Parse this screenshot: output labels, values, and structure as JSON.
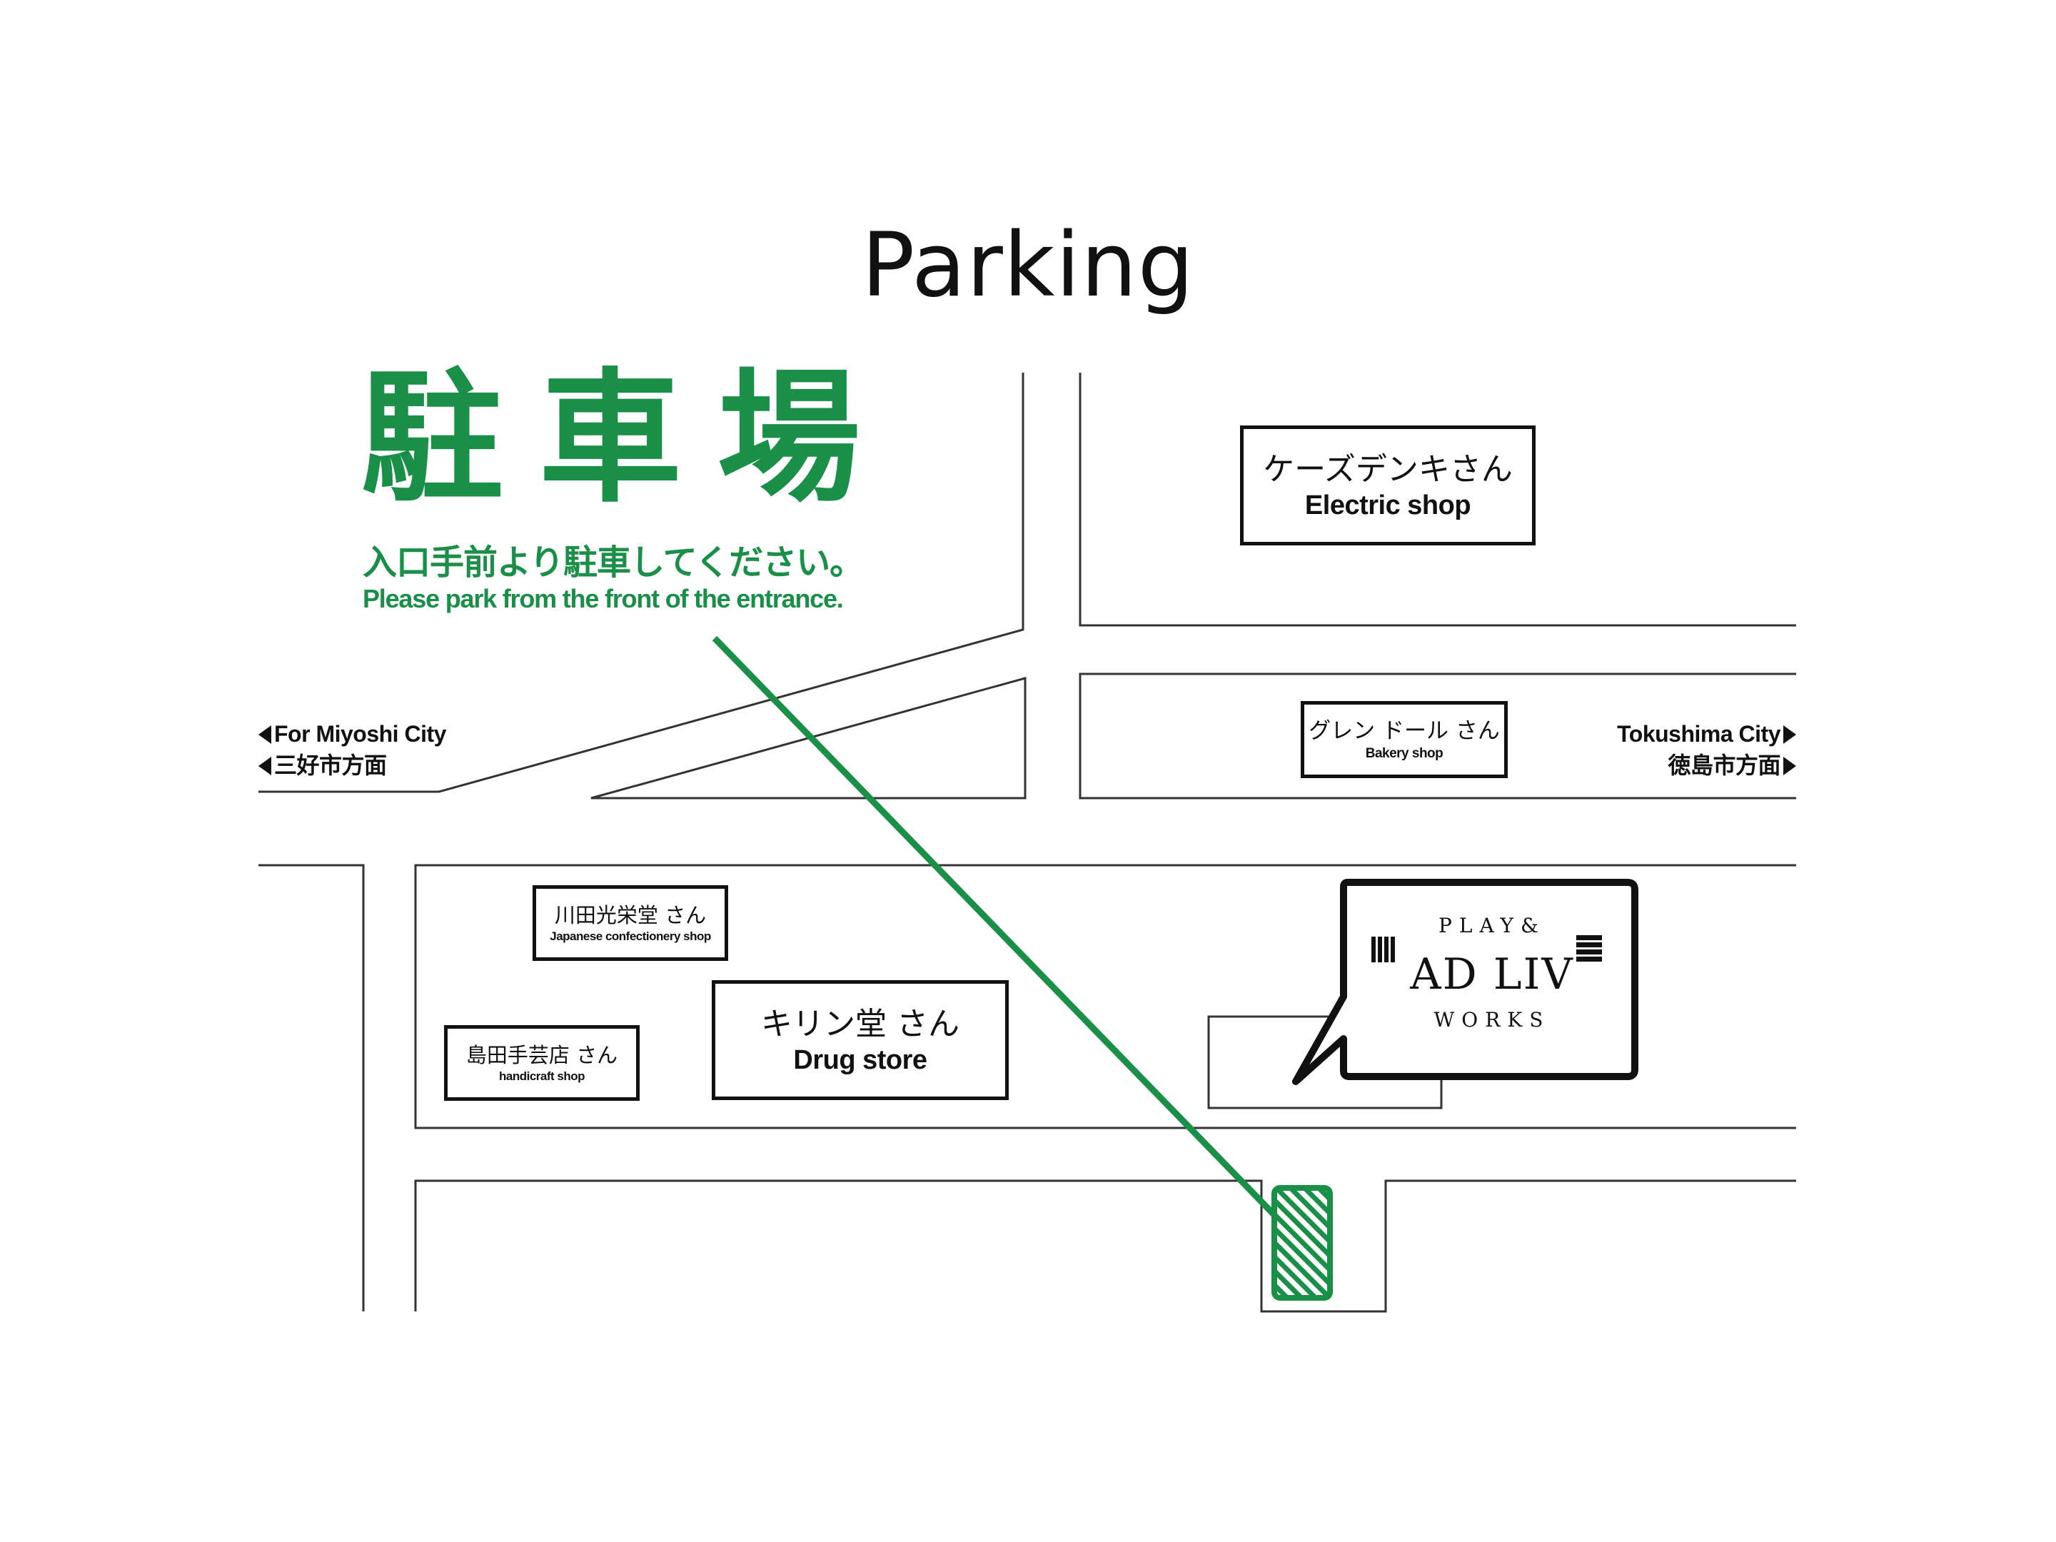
{
  "title": "Parking",
  "parking_notice": {
    "heading": "駐車場",
    "instruction_jp": "入口手前より駐車してください。",
    "instruction_en": "Please park from the front of the entrance."
  },
  "directions": {
    "left": {
      "en": "For Miyoshi City",
      "jp": "三好市方面",
      "arrow": "left-triangle"
    },
    "right": {
      "en": "Tokushima City",
      "jp": "徳島市方面",
      "arrow": "right-triangle"
    }
  },
  "shops": [
    {
      "id": "ks-denki",
      "name_jp": "ケーズデンキさん",
      "type_en": "Electric shop"
    },
    {
      "id": "glen-doll",
      "name_jp": "グレン ドール さん",
      "type_en": "Bakery shop"
    },
    {
      "id": "kawada-koeido",
      "name_jp": "川田光栄堂 さん",
      "type_en": "Japanese confectionery shop"
    },
    {
      "id": "shimada-shugeiten",
      "name_jp": "島田手芸店 さん",
      "type_en": "handicraft shop"
    },
    {
      "id": "kirindo",
      "name_jp": "キリン堂 さん",
      "type_en": "Drug store"
    }
  ],
  "destination": {
    "logo_top": "PLAY&",
    "logo_main": "AD LIV",
    "logo_bottom": "WORKS"
  },
  "colors": {
    "accent_green": "#1a8f47",
    "road_line": "#333333",
    "text": "#111111",
    "background": "#ffffff"
  }
}
